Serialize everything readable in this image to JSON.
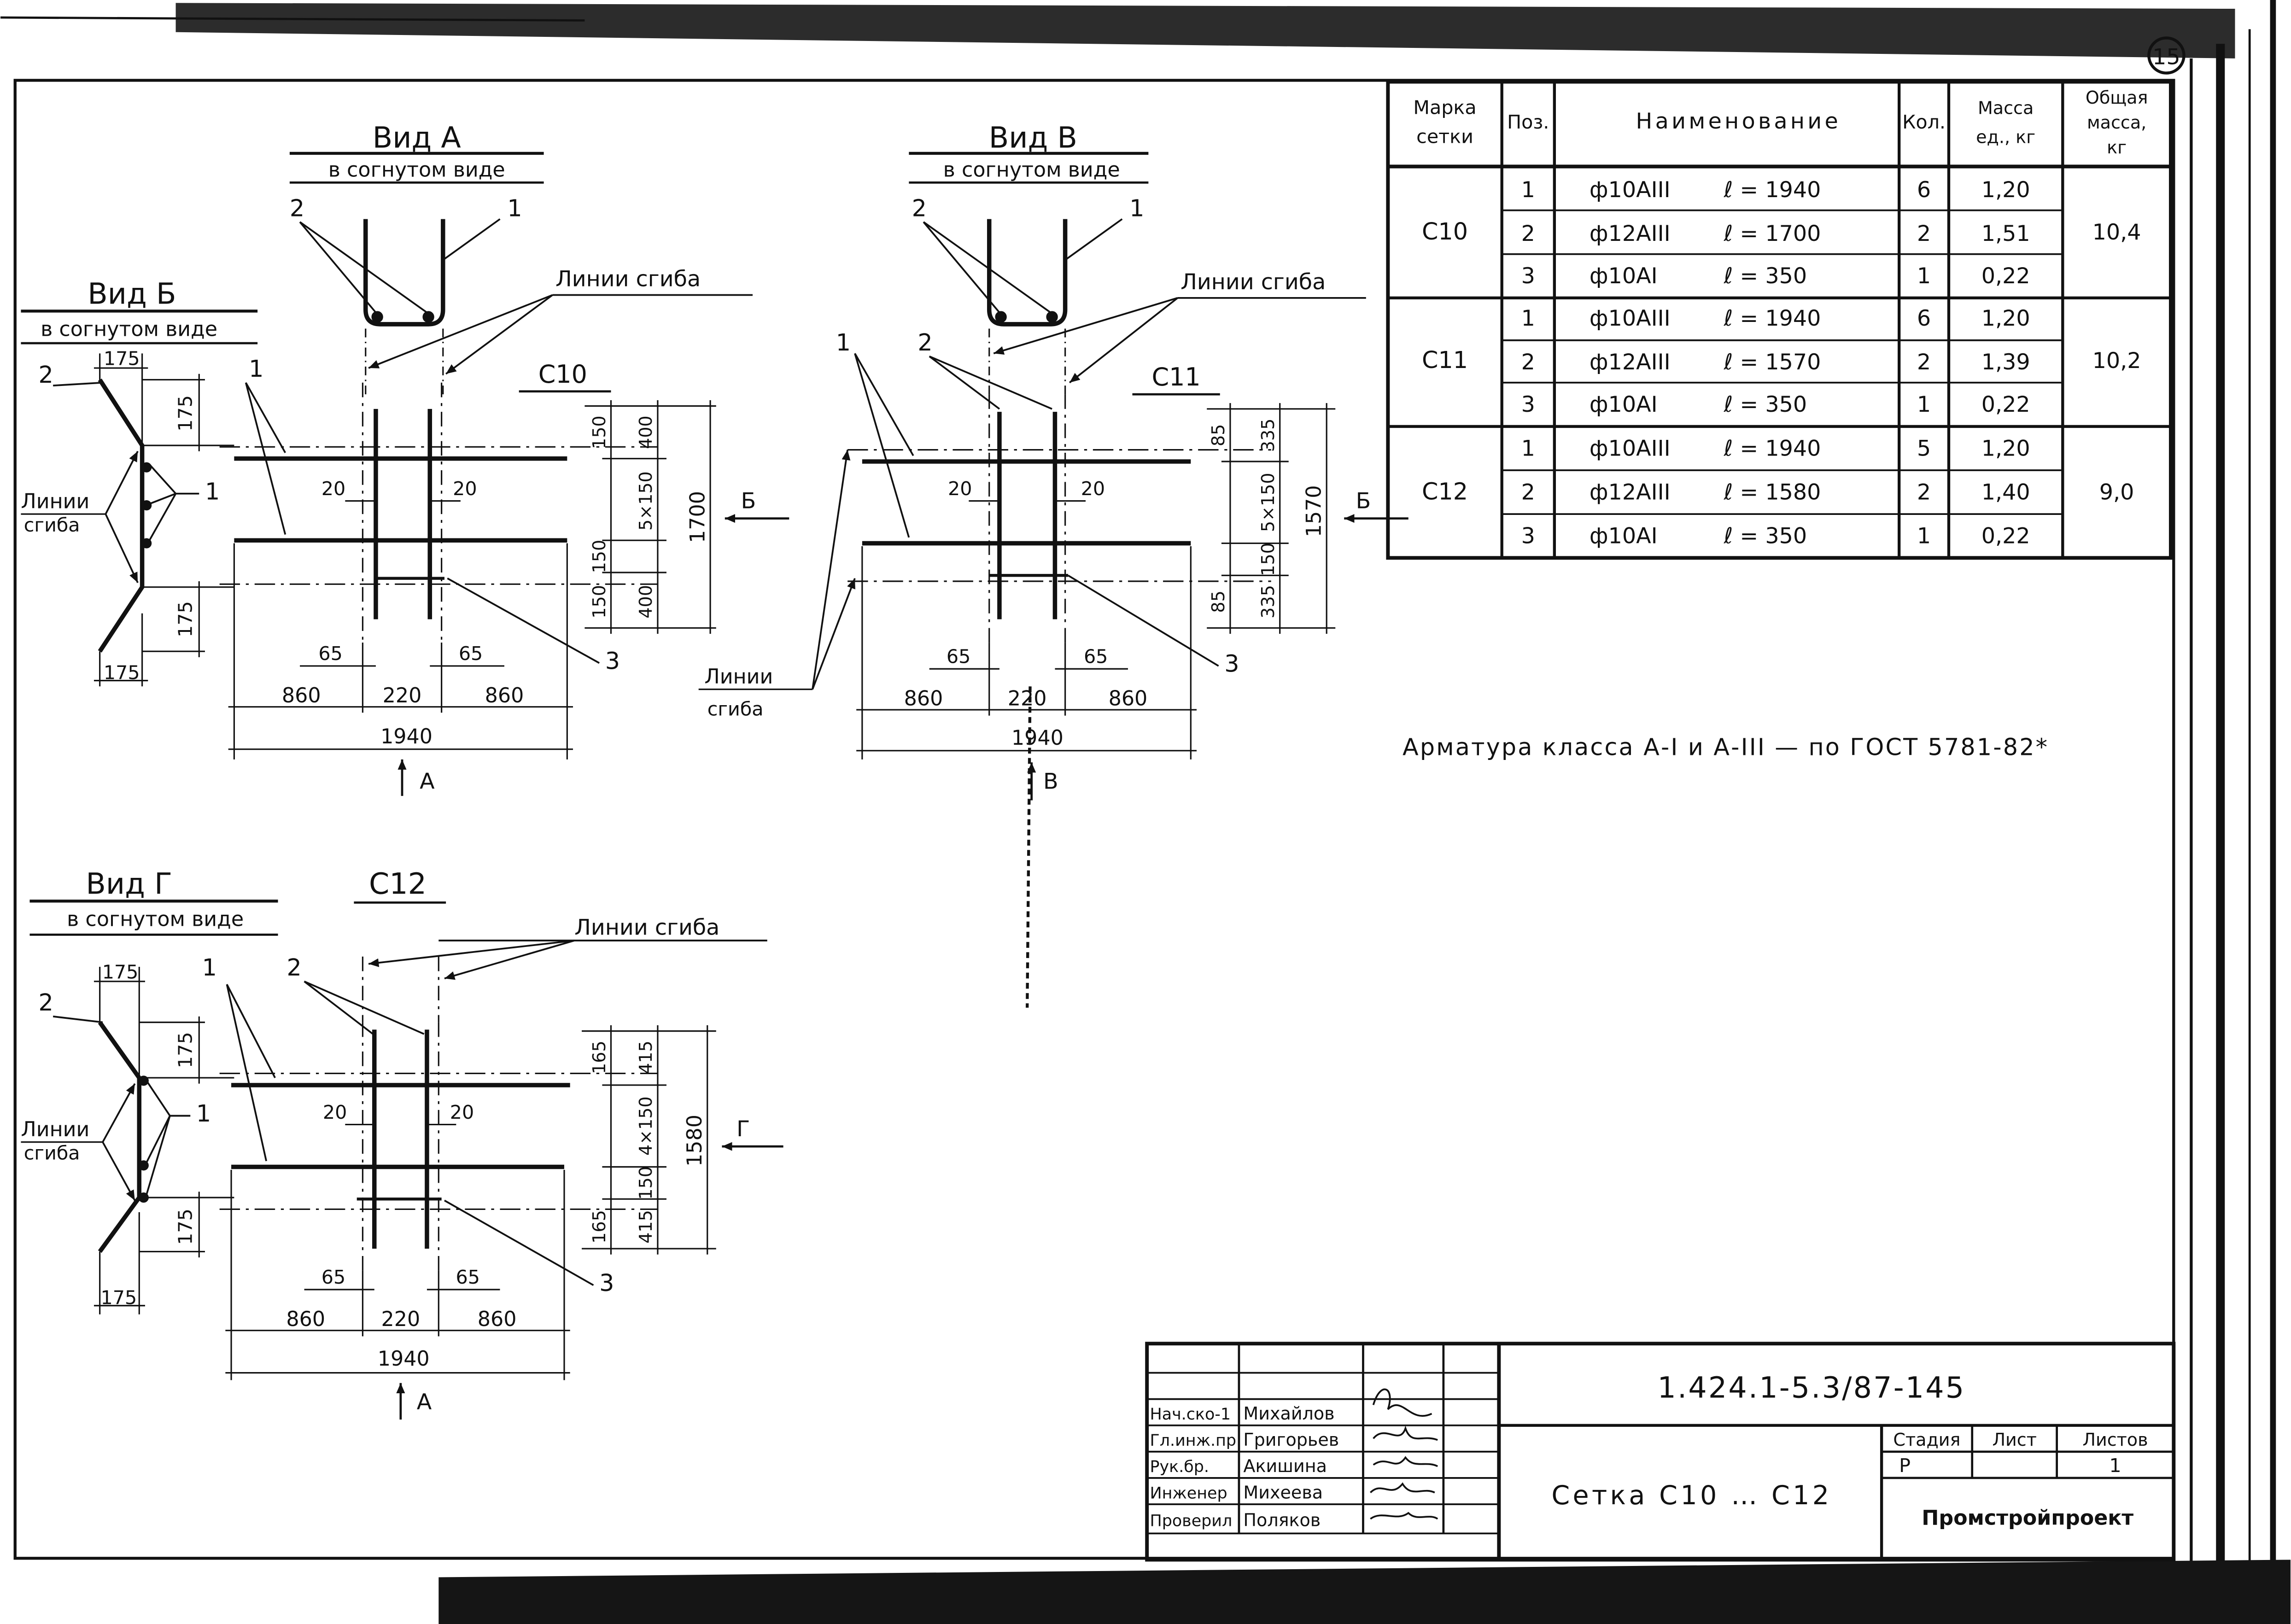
{
  "sheet_number": "15",
  "views": {
    "a": {
      "title": "Вид А",
      "subtitle": "в согнутом виде",
      "pos_left": "2",
      "pos_right": "1",
      "bend_label": "Линии сгиба"
    },
    "v": {
      "title": "Вид В",
      "subtitle": "в согнутом виде",
      "pos_left": "2",
      "pos_right": "1",
      "bend_label": "Линии сгиба"
    },
    "b": {
      "title": "Вид Б",
      "subtitle": "в согнутом виде",
      "pos2": "2",
      "pos1": "1",
      "dim_top": "175",
      "dim_side_top": "175",
      "dim_side_bottom": "175",
      "dim_bottom": "175",
      "bend_label_1": "Линии",
      "bend_label_2": "сгиба"
    },
    "g": {
      "title": "Вид Г",
      "subtitle": "в согнутом виде",
      "pos2": "2",
      "pos1": "1",
      "dim_top": "175",
      "dim_side_top": "175",
      "dim_side_bottom": "175",
      "dim_bottom": "175",
      "bend_label_1": "Линии",
      "bend_label_2": "сгиба"
    }
  },
  "meshes": {
    "c10": {
      "title": "С10",
      "pos1": "1",
      "pos3": "3",
      "d20_left": "20",
      "d20_right": "20",
      "d65_left": "65",
      "d65_right": "65",
      "d860_left": "860",
      "d220": "220",
      "d860_right": "860",
      "d1940": "1940",
      "r150_top": "150",
      "r150_mid": "150",
      "r150_bot": "150",
      "r400_top": "400",
      "r5x150": "5×150",
      "r400_bot": "400",
      "r1700": "1700",
      "arrow_side": "Б",
      "arrow_bottom": "А"
    },
    "c11": {
      "title": "С11",
      "pos1": "1",
      "pos2": "2",
      "pos3": "3",
      "d20_left": "20",
      "d20_right": "20",
      "d65_left": "65",
      "d65_right": "65",
      "d860_left": "860",
      "d220": "220",
      "d860_right": "860",
      "d1940": "1940",
      "r85_top": "85",
      "r150_mid": "150",
      "r85_bot": "85",
      "r335_top": "335",
      "r5x150": "5×150",
      "r335_bot": "335",
      "r1570": "1570",
      "arrow_side": "Б",
      "arrow_bottom": "В",
      "bend_label_1": "Линии",
      "bend_label_2": "сгиба"
    },
    "c12": {
      "title": "С12",
      "pos1": "1",
      "pos2": "2",
      "pos3": "3",
      "bend_label": "Линии сгиба",
      "d20_left": "20",
      "d20_right": "20",
      "d65_left": "65",
      "d65_right": "65",
      "d860_left": "860",
      "d220": "220",
      "d860_right": "860",
      "d1940": "1940",
      "r165_top": "165",
      "r150_mid": "150",
      "r165_bot": "165",
      "r415_top": "415",
      "r4x150": "4×150",
      "r415_bot": "415",
      "r1580": "1580",
      "arrow_side": "Г",
      "arrow_bottom": "А"
    }
  },
  "spec_table": {
    "headers": [
      "Марка сетки",
      "Поз.",
      "Наименование",
      "Кол.",
      "Масса ед., кг",
      "Общая масса, кг"
    ],
    "header_lines": {
      "mark": [
        "Марка",
        "сетки"
      ],
      "mass": [
        "Масса",
        "ед., кг"
      ],
      "total": [
        "Общая",
        "масса,",
        "кг"
      ]
    },
    "rows": [
      {
        "mark": "С10",
        "pos": "1",
        "name": "ф10АIII",
        "len": "ℓ = 1940",
        "qty": "6",
        "mass": "1,20",
        "total": "10,4"
      },
      {
        "mark": "",
        "pos": "2",
        "name": "ф12АIII",
        "len": "ℓ = 1700",
        "qty": "2",
        "mass": "1,51",
        "total": ""
      },
      {
        "mark": "",
        "pos": "3",
        "name": "ф10АI",
        "len": "ℓ = 350",
        "qty": "1",
        "mass": "0,22",
        "total": ""
      },
      {
        "mark": "С11",
        "pos": "1",
        "name": "ф10АIII",
        "len": "ℓ = 1940",
        "qty": "6",
        "mass": "1,20",
        "total": "10,2"
      },
      {
        "mark": "",
        "pos": "2",
        "name": "ф12АIII",
        "len": "ℓ = 1570",
        "qty": "2",
        "mass": "1,39",
        "total": ""
      },
      {
        "mark": "",
        "pos": "3",
        "name": "ф10АI",
        "len": "ℓ = 350",
        "qty": "1",
        "mass": "0,22",
        "total": ""
      },
      {
        "mark": "С12",
        "pos": "1",
        "name": "ф10АIII",
        "len": "ℓ = 1940",
        "qty": "5",
        "mass": "1,20",
        "total": "9,0"
      },
      {
        "mark": "",
        "pos": "2",
        "name": "ф12АIII",
        "len": "ℓ = 1580",
        "qty": "2",
        "mass": "1,40",
        "total": ""
      },
      {
        "mark": "",
        "pos": "3",
        "name": "ф10АI",
        "len": "ℓ = 350",
        "qty": "1",
        "mass": "0,22",
        "total": ""
      }
    ]
  },
  "note": "Арматура класса А-I и А-III — по ГОСТ 5781-82*",
  "title_block": {
    "code": "1.424.1-5.3/87-145",
    "drawing_title": "Сетка С10 … С12",
    "stage_header": "Стадия",
    "sheet_header": "Лист",
    "sheets_header": "Листов",
    "stage": "Р",
    "sheet": "",
    "sheets": "1",
    "organization": "Промстройпроект",
    "signatures": [
      {
        "role": "Нач.ско-1",
        "name": "Михайлов"
      },
      {
        "role": "Гл.инж.пр.",
        "name": "Григорьев"
      },
      {
        "role": "Рук.бр.",
        "name": "Акишина"
      },
      {
        "role": "Инженер",
        "name": "Михеева"
      },
      {
        "role": "Проверил",
        "name": "Поляков"
      }
    ]
  }
}
